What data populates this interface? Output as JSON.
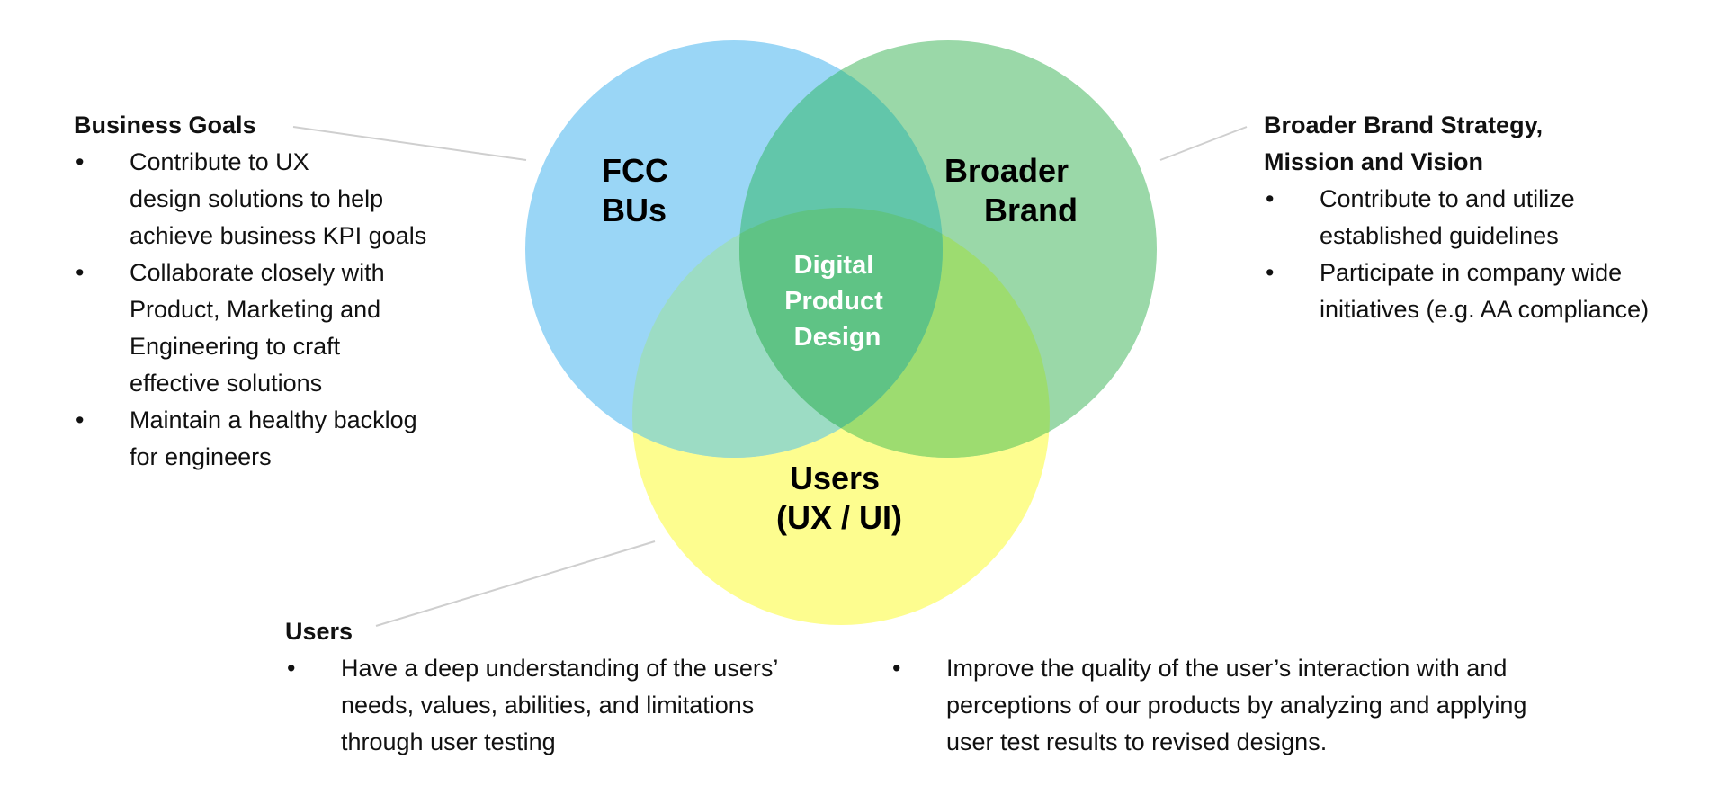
{
  "venn": {
    "circles": [
      {
        "id": "fcc-bus",
        "label_lines": [
          "FCC",
          "BUs"
        ],
        "color": "#9ad6f6"
      },
      {
        "id": "broader-brand",
        "label_lines": [
          "Broader",
          "Brand"
        ],
        "color": "#9ad8a8"
      },
      {
        "id": "users",
        "label_lines": [
          "Users",
          "(UX / UI)"
        ],
        "color": "#fdfd8f"
      }
    ],
    "overlap_colors": {
      "fcc_brand": "#62c6aa",
      "fcc_users": "#9cdcc4",
      "brand_users": "#9ddc70",
      "center": "#5fc385"
    },
    "center_label_lines": [
      "Digital",
      "Product",
      "Design"
    ],
    "connector_color": "#cfcfcf"
  },
  "business_goals": {
    "title": "Business Goals",
    "items": [
      {
        "lines": [
          "Contribute to UX",
          "design solutions to help",
          "achieve business KPI goals"
        ]
      },
      {
        "lines": [
          "Collaborate closely with",
          "Product, Marketing and",
          "Engineering to craft",
          "effective solutions"
        ]
      },
      {
        "lines": [
          "Maintain a healthy backlog",
          "for engineers"
        ]
      }
    ]
  },
  "brand_strategy": {
    "title_lines": [
      "Broader Brand Strategy,",
      "Mission and Vision"
    ],
    "items": [
      {
        "lines": [
          "Contribute to and utilize",
          "established guidelines"
        ]
      },
      {
        "lines": [
          "Participate in company wide",
          "initiatives (e.g. AA compliance)"
        ]
      }
    ]
  },
  "users_section": {
    "title": "Users",
    "items_left": [
      {
        "lines": [
          "Have a deep understanding of the users’",
          "needs, values, abilities, and limitations",
          "through user testing"
        ]
      }
    ],
    "items_right": [
      {
        "lines": [
          "Improve the quality of the user’s interaction with and",
          "perceptions of our products by analyzing and applying",
          "user test results to revised designs."
        ]
      }
    ]
  }
}
